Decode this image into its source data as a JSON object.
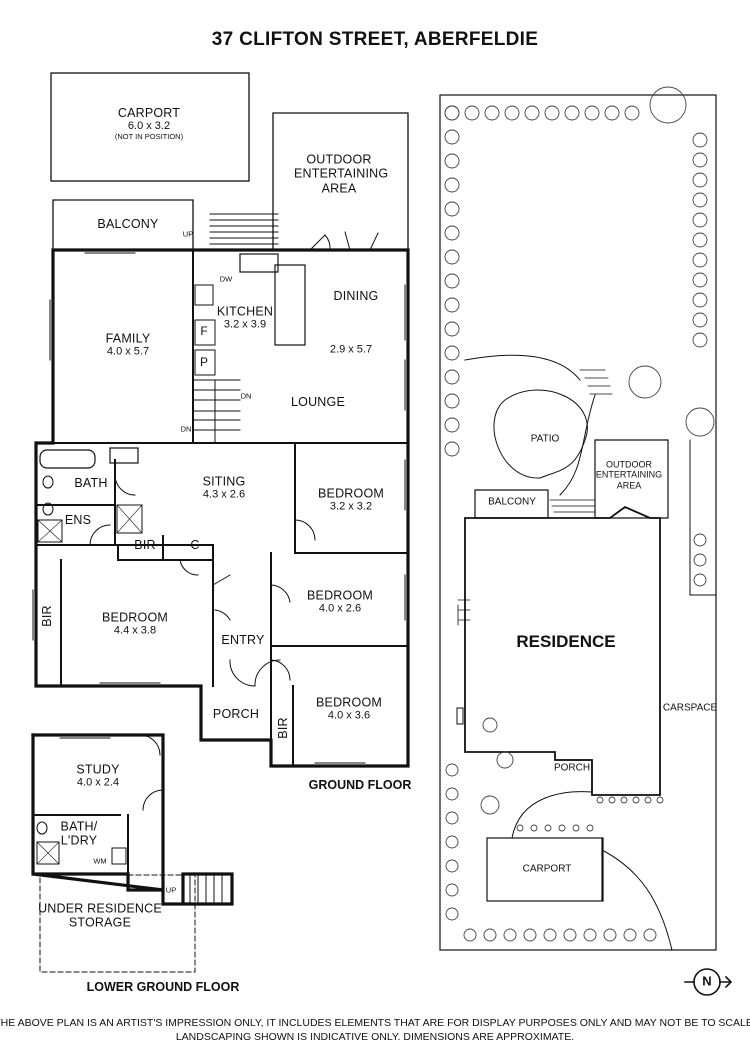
{
  "title": "37 CLIFTON STREET, ABERFELDIE",
  "ground_floor": {
    "label": "GROUND FLOOR",
    "rooms": {
      "carport": {
        "name": "CARPORT",
        "dims": "6.0 x 3.2",
        "note": "(NOT IN POSITION)"
      },
      "outdoor": {
        "name": "OUTDOOR ENTERTAINING AREA"
      },
      "balcony": {
        "name": "BALCONY"
      },
      "family": {
        "name": "FAMILY",
        "dims": "4.0 x 5.7"
      },
      "kitchen": {
        "name": "KITCHEN",
        "dims": "3.2 x 3.9"
      },
      "dining": {
        "name": "DINING",
        "dims": "2.9 x 5.7"
      },
      "lounge": {
        "name": "LOUNGE"
      },
      "bath": {
        "name": "BATH"
      },
      "ens": {
        "name": "ENS"
      },
      "siting": {
        "name": "SITING",
        "dims": "4.3 x 2.6"
      },
      "bedroom1": {
        "name": "BEDROOM",
        "dims": "3.2 x 3.2"
      },
      "bedroom2": {
        "name": "BEDROOM",
        "dims": "4.0 x 2.6"
      },
      "bedroom3": {
        "name": "BEDROOM",
        "dims": "4.0 x 3.6"
      },
      "main_bedroom": {
        "name": "BEDROOM",
        "dims": "4.4 x 3.8"
      },
      "bir_a": {
        "name": "BIR"
      },
      "bir_b": {
        "name": "BIR"
      },
      "bir_c": {
        "name": "BIR"
      },
      "c": {
        "name": "C"
      },
      "entry": {
        "name": "ENTRY"
      },
      "porch": {
        "name": "PORCH"
      }
    },
    "fixtures": {
      "f": "F",
      "p": "P",
      "dw": "DW",
      "up": "UP",
      "dn1": "DN",
      "dn2": "DN"
    }
  },
  "lower_ground_floor": {
    "label": "LOWER GROUND FLOOR",
    "rooms": {
      "study": {
        "name": "STUDY",
        "dims": "4.0 x 2.4"
      },
      "bath_ldry": {
        "name": "BATH/ L'DRY"
      },
      "storage": {
        "name": "UNDER RESIDENCE STORAGE"
      }
    },
    "fixtures": {
      "wm": "WM",
      "up": "UP"
    }
  },
  "site_plan": {
    "residence": "RESIDENCE",
    "patio": "PATIO",
    "outdoor": "OUTDOOR ENTERTAINING AREA",
    "balcony": "BALCONY",
    "porch": "PORCH",
    "carport": "CARPORT",
    "carspace": "CARSPACE",
    "north": "N"
  },
  "disclaimer": {
    "line1": "THE ABOVE PLAN IS AN ARTIST'S IMPRESSION ONLY, IT INCLUDES ELEMENTS THAT ARE FOR DISPLAY PURPOSES ONLY AND MAY NOT BE TO SCALE.",
    "line2": "LANDSCAPING SHOWN IS INDICATIVE ONLY. DIMENSIONS ARE APPROXIMATE."
  }
}
